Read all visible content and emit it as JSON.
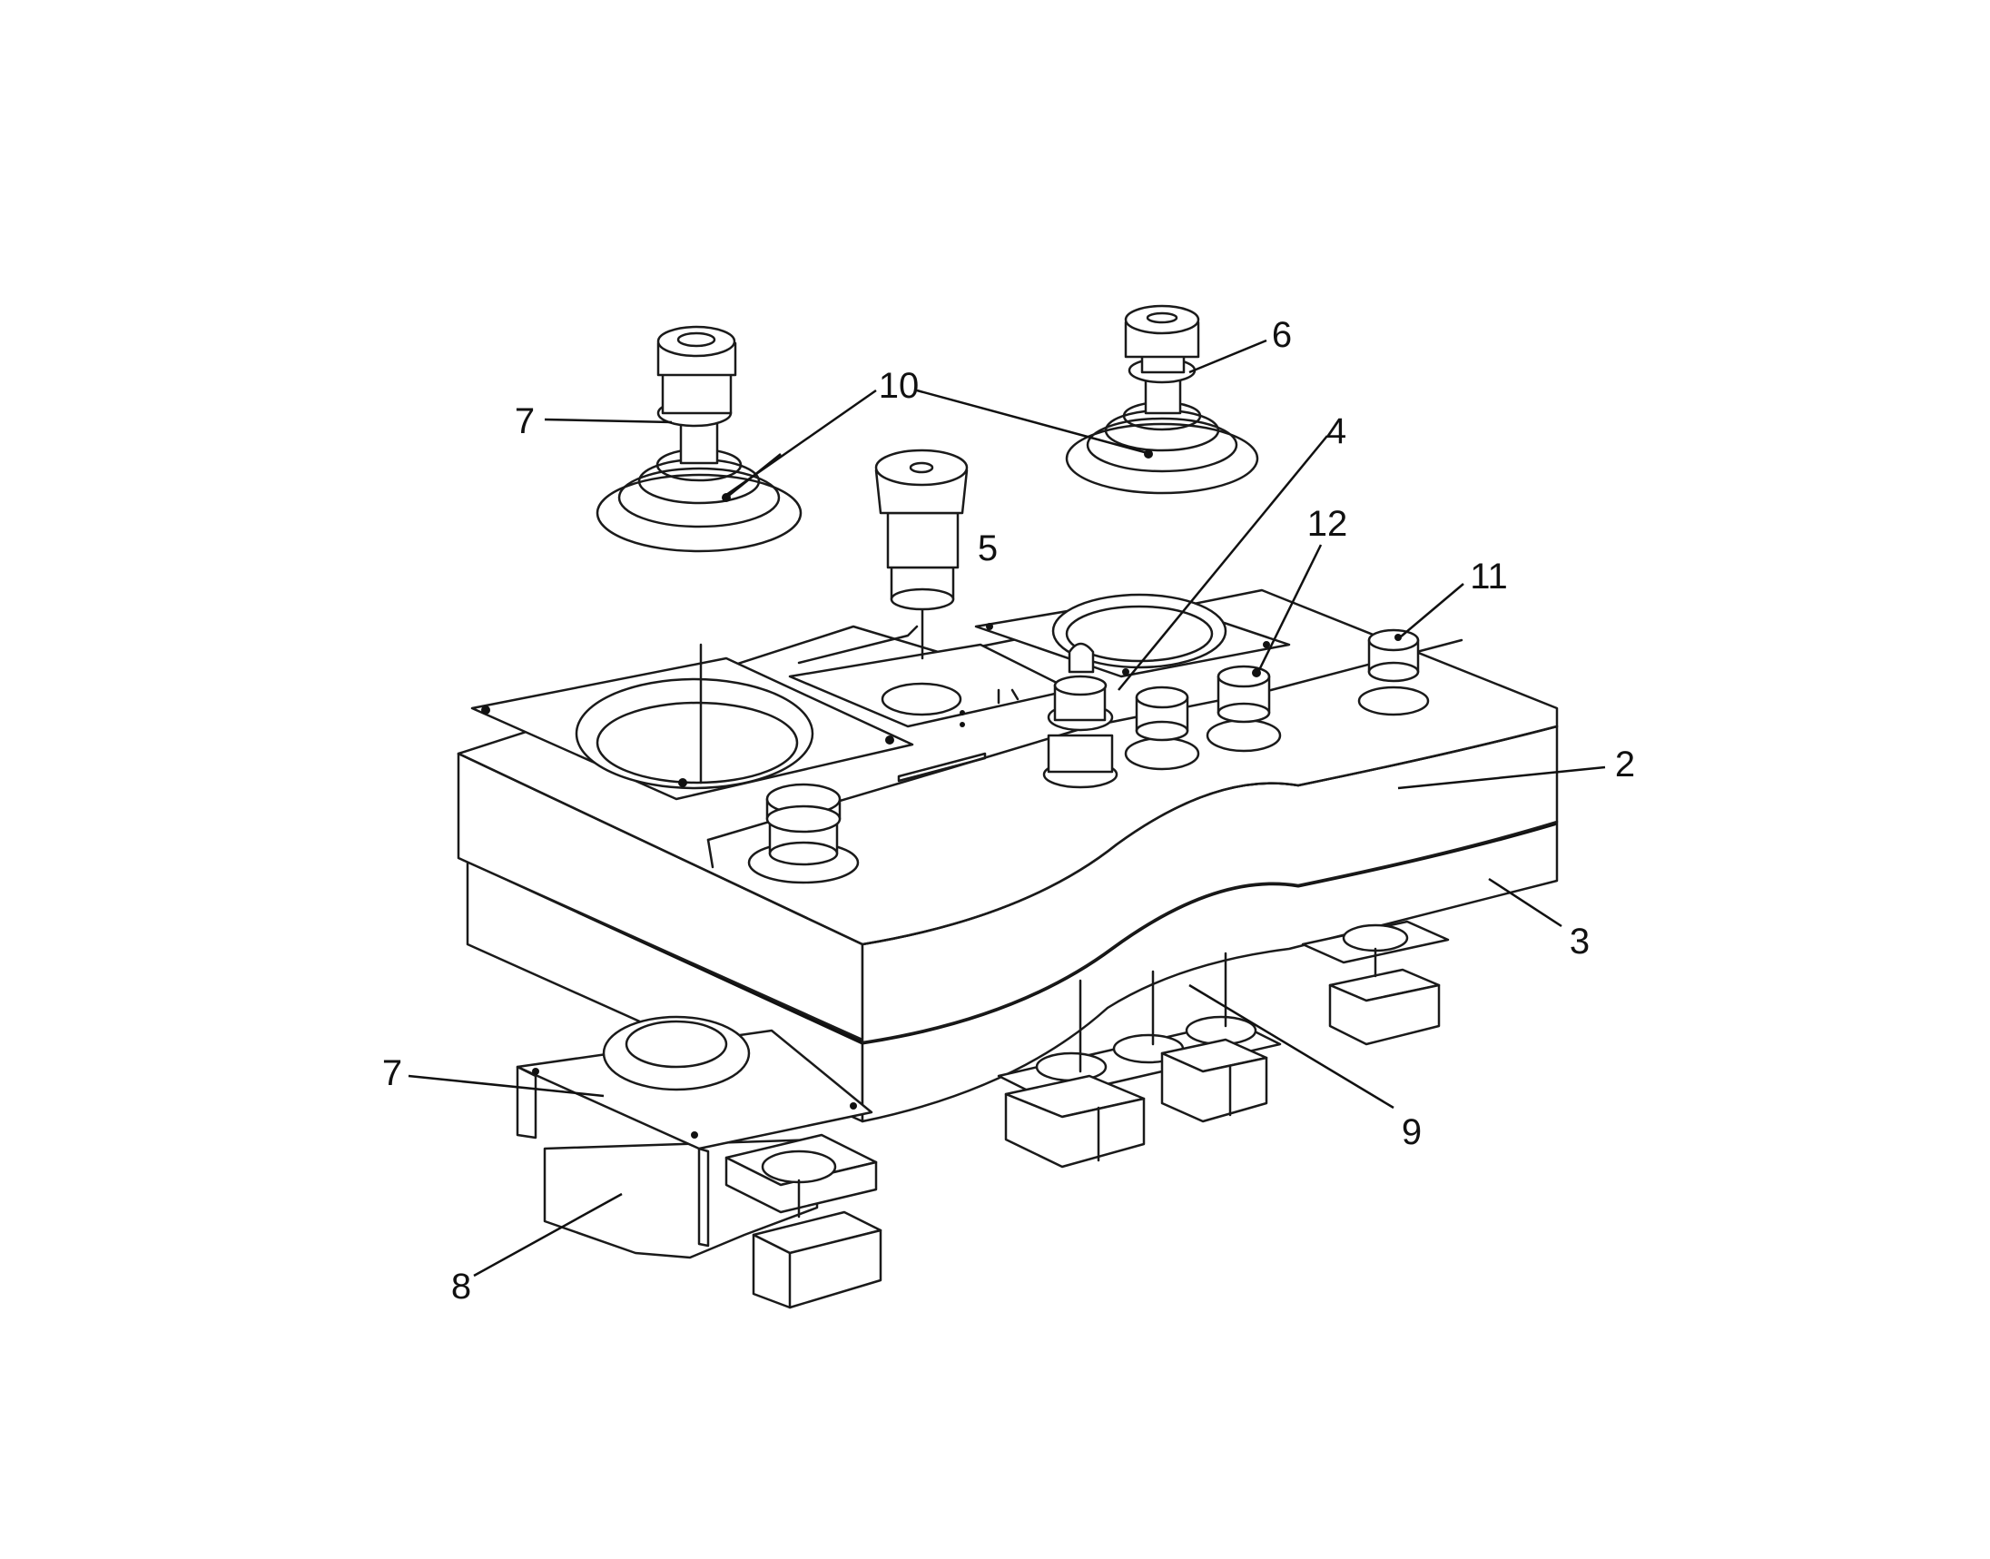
{
  "callouts": [
    {
      "id": "c-7a",
      "text": "7"
    },
    {
      "id": "c-10",
      "text": "10"
    },
    {
      "id": "c-6",
      "text": "6"
    },
    {
      "id": "c-4",
      "text": "4"
    },
    {
      "id": "c-5",
      "text": "5"
    },
    {
      "id": "c-12",
      "text": "12"
    },
    {
      "id": "c-11",
      "text": "11"
    },
    {
      "id": "c-2",
      "text": "2"
    },
    {
      "id": "c-3",
      "text": "3"
    },
    {
      "id": "c-7b",
      "text": "7"
    },
    {
      "id": "c-9",
      "text": "9"
    },
    {
      "id": "c-8",
      "text": "8"
    }
  ]
}
